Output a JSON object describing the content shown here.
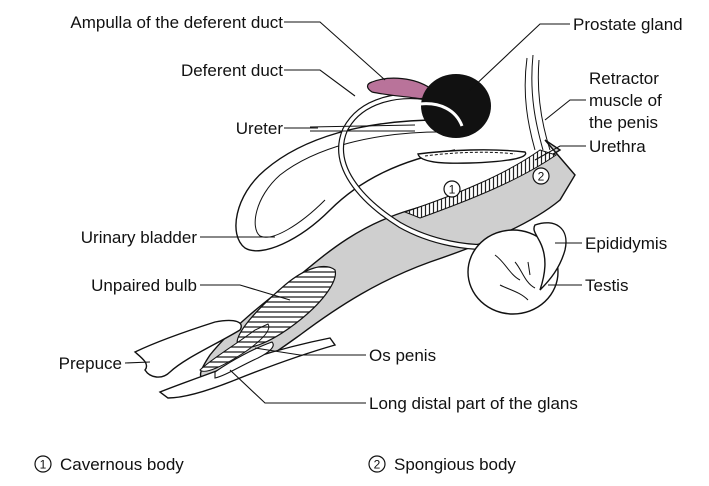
{
  "labels": {
    "ampulla": "Ampulla of the deferent duct",
    "deferent_duct": "Deferent duct",
    "ureter": "Ureter",
    "urinary_bladder": "Urinary bladder",
    "unpaired_bulb": "Unpaired bulb",
    "prepuce": "Prepuce",
    "prostate": "Prostate gland",
    "retractor_1": "Retractor",
    "retractor_2": "muscle of",
    "retractor_3": "the penis",
    "urethra": "Urethra",
    "epididymis": "Epididymis",
    "testis": "Testis",
    "os_penis": "Os penis",
    "glans": "Long distal part of the glans"
  },
  "markers": {
    "one": "1",
    "two": "2"
  },
  "legend": {
    "one_symbol": "1",
    "one_label": "Cavernous body",
    "two_symbol": "2",
    "two_label": "Spongious body"
  },
  "colors": {
    "ampulla": "#b9739a",
    "prostate": "#111111",
    "penis_shade": "#bdbdbd"
  }
}
